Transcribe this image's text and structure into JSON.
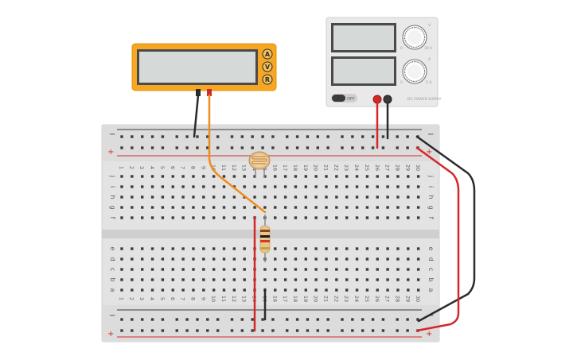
{
  "multimeter": {
    "modes": [
      {
        "key": "A",
        "label": "A"
      },
      {
        "key": "V",
        "label": "V"
      },
      {
        "key": "R",
        "label": "R"
      }
    ],
    "active_mode": "V"
  },
  "power_supply": {
    "voltage_knob_label": "V",
    "current_knob_label": "A",
    "voltage_max_label": "30 V",
    "current_max_label": "5 A",
    "knob_min_label": "0",
    "power_switch_label": "OFF",
    "panel_text": "DC POWER SUPPLY"
  },
  "breadboard": {
    "columns": [
      "1",
      "2",
      "3",
      "4",
      "5",
      "6",
      "7",
      "8",
      "9",
      "10",
      "11",
      "12",
      "13",
      "14",
      "15",
      "16",
      "17",
      "18",
      "19",
      "20",
      "21",
      "22",
      "23",
      "24",
      "25",
      "26",
      "27",
      "28",
      "29",
      "30"
    ],
    "rows_top": [
      "j",
      "i",
      "h",
      "g",
      "f"
    ],
    "rows_bottom": [
      "e",
      "d",
      "c",
      "b",
      "a"
    ],
    "rail_minus": "−",
    "rail_plus": "+"
  },
  "colors": {
    "wire_red": "#d32828",
    "wire_black": "#2b2b2b",
    "wire_orange": "#f08c1e",
    "multimeter_body": "#f5a623",
    "breadboard": "#e2e2e2",
    "supply_body": "#e9e9e9"
  }
}
